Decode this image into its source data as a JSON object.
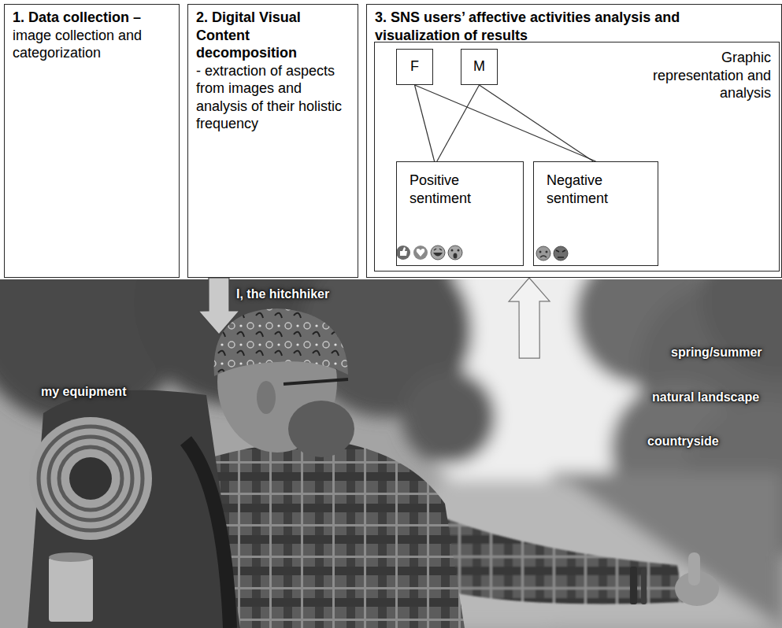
{
  "diagram": {
    "nodes": [
      {
        "text": [
          "1. Data collection –",
          "image collection and categorization"
        ]
      },
      {
        "text": [
          "2. Digital Visual Content decomposition",
          "- extraction of aspects from images and analysis of their holistic frequency"
        ]
      },
      {
        "text": [
          "3. SNS users’ affective activities analysis and visualization of results"
        ]
      },
      {
        "text": [
          "Graphic representation and analysis"
        ],
        "in": 2
      },
      {
        "text": [
          "F"
        ],
        "in": 3
      },
      {
        "text": [
          "M"
        ],
        "in": 3
      },
      {
        "text": [
          "Positive sentiment"
        ],
        "in": 3
      },
      {
        "text": [
          "Negative sentiment"
        ],
        "in": 3
      },
      {
        "text": [
          "I, the hitchhiker",
          "my equipment",
          "spring/summer",
          "natural landscape",
          "countryside"
        ]
      }
    ],
    "edges": [
      {
        "from": 4,
        "to": 6,
        "arrow": "none"
      },
      {
        "from": 4,
        "to": 7,
        "arrow": "none"
      },
      {
        "from": 5,
        "to": 6,
        "arrow": "none"
      },
      {
        "from": 5,
        "to": 7,
        "arrow": "none"
      },
      {
        "from": 1,
        "to": 8,
        "arrow": "to"
      },
      {
        "from": 8,
        "to": 2,
        "arrow": "to"
      }
    ]
  }
}
